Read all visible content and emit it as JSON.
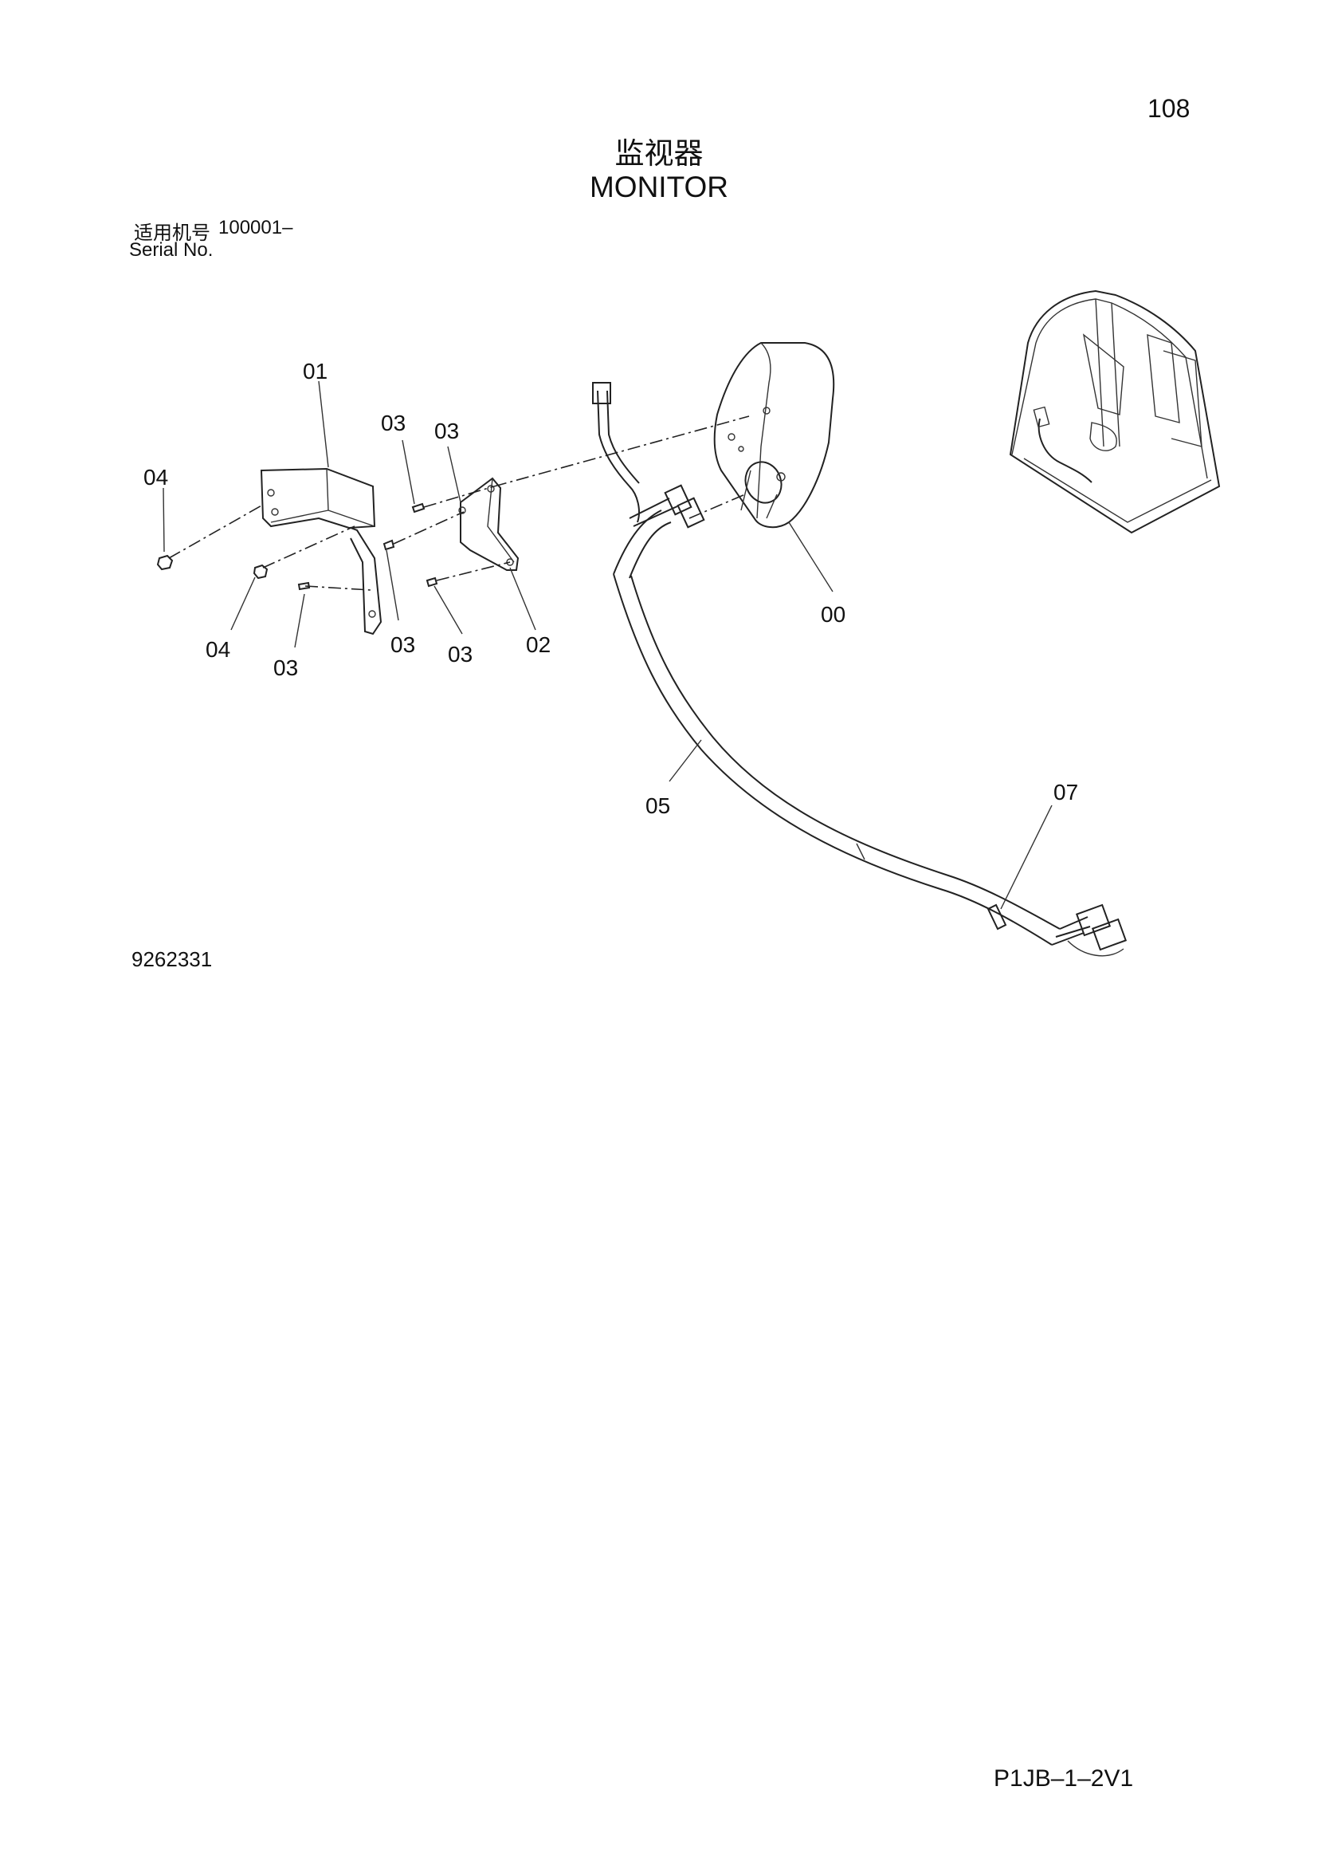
{
  "page_number": "108",
  "title_cn": "监视器",
  "title_en": "MONITOR",
  "serial_label_cn": "适用机号",
  "serial_range": "100001–",
  "serial_label_en": "Serial No.",
  "drawing_number": "9262331",
  "page_code": "P1JB–1–2V1",
  "callouts": {
    "c00": "00",
    "c01": "01",
    "c02": "02",
    "c03a": "03",
    "c03b": "03",
    "c03c": "03",
    "c03d": "03",
    "c03e": "03",
    "c04a": "04",
    "c04b": "04",
    "c05": "05",
    "c07": "07"
  }
}
